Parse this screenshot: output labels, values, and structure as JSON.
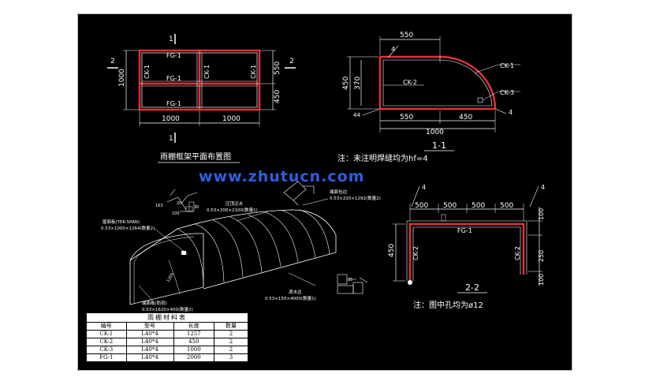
{
  "plan": {
    "title": "雨棚框架平面布置图",
    "section_mark_1": "1",
    "section_mark_2": "2",
    "fg_label": "FG-1",
    "ck_label": "CK-1",
    "dim_height": "1000",
    "dim_right_top": "550",
    "dim_right_bottom": "450",
    "dim_bottom_left": "1000",
    "dim_bottom_right": "1000"
  },
  "section11": {
    "title": "1-1",
    "dim_top": "550",
    "dim_bottom_left": "550",
    "dim_bottom_right": "450",
    "dim_total": "1000",
    "dim_left_outer": "450",
    "dim_left_inner": "370",
    "ck1": "CK-1",
    "ck2": "CK-2",
    "ck3": "CK-3",
    "weld_4": "4",
    "weld_44": "44",
    "note": "注：未注明焊缝均为hf=4"
  },
  "watermark": "www.zhutucn.com",
  "section22": {
    "title": "2-2",
    "dims_top": [
      "500",
      "500",
      "500",
      "500"
    ],
    "dim_left": "450",
    "dim_right_top": "100",
    "dim_right_mid": "250",
    "dim_right_bottom": "100",
    "fg1": "FG-1",
    "ck2_left": "CK-2",
    "ck2_right": "CK-2",
    "weld_4": "4",
    "note": "注：图中孔均为ø12"
  },
  "iso": {
    "label_roof": "屋面板(TEK-SPAN)",
    "label_roof_spec": "0.53×1000×1264(数量2)",
    "label_ridge": "压顶泛水",
    "label_ridge_spec": "0.53×200×2100(数量1)",
    "label_end": "端面包边",
    "label_end_spec": "0.53×220×1292(数量2)",
    "label_end_wall": "端面板(防雨)",
    "label_end_wall_spec": "0.53×1620×400(数量2)",
    "label_edge": "滴水边",
    "label_edge_spec": "0.53×150×4000(数量1)",
    "detail_dims": [
      "163",
      "20",
      "100",
      "30",
      "35"
    ]
  },
  "materials": {
    "title": "雨棚材料表",
    "headers": [
      "编号",
      "型号",
      "长度",
      "数量"
    ],
    "rows": [
      [
        "CK-1",
        "L40*4",
        "1257",
        "2"
      ],
      [
        "CK-2",
        "L40*4",
        "450",
        "2"
      ],
      [
        "CK-3",
        "L40*4",
        "1000",
        "2"
      ],
      [
        "FG-1",
        "L40*4",
        "2000",
        "3"
      ]
    ]
  },
  "colors": {
    "background": "#000000",
    "frame_red": "#e0303a",
    "watermark_blue": "#2c5fe0",
    "line": "#ffffff"
  }
}
